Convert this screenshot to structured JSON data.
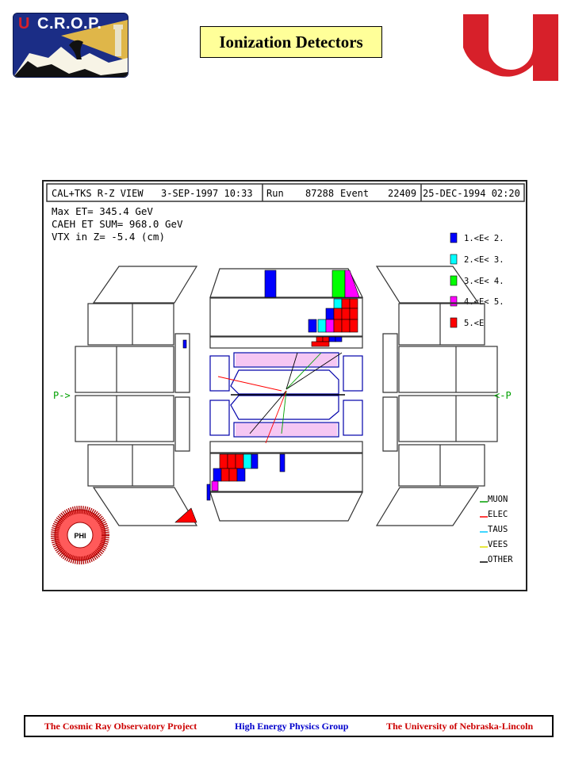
{
  "header": {
    "logo_text": "C.R.O.P.",
    "title": "Ionization Detectors"
  },
  "event_display": {
    "header_left": "CAL+TKS R-Z VIEW",
    "header_date": "3-SEP-1997 10:33",
    "run_label": "Run",
    "run_number": "87288",
    "event_label": "Event",
    "event_number": "22409",
    "event_date": "25-DEC-1994 02:20",
    "info_lines": [
      "Max ET=  345.4 GeV",
      "CAEH ET SUM= 968.0 GeV",
      "VTX in Z=  -5.4 (cm)"
    ],
    "energy_legend": [
      {
        "label": "1.<E< 2.",
        "color": "#0000ff"
      },
      {
        "label": "2.<E< 3.",
        "color": "#00ffff"
      },
      {
        "label": "3.<E< 4.",
        "color": "#00ff00"
      },
      {
        "label": "4.<E< 5.",
        "color": "#ff00ff"
      },
      {
        "label": "5.<E",
        "color": "#ff0000"
      }
    ],
    "beam_left": "P->",
    "beam_right": "<-P",
    "phi_label": "PHI",
    "track_legend": [
      {
        "label": "MUON",
        "color": "#00a000"
      },
      {
        "label": "ELEC",
        "color": "#ff0000"
      },
      {
        "label": "TAUS",
        "color": "#00c8ff"
      },
      {
        "label": "VEES",
        "color": "#e0e000"
      },
      {
        "label": "OTHER",
        "color": "#000000"
      }
    ]
  },
  "footer": {
    "project": "The Cosmic Ray Observatory Project",
    "group": "High Energy Physics Group",
    "university": "The University of Nebraska-Lincoln",
    "project_color": "#cc0000",
    "group_color": "#0000cc",
    "university_color": "#cc0000"
  }
}
